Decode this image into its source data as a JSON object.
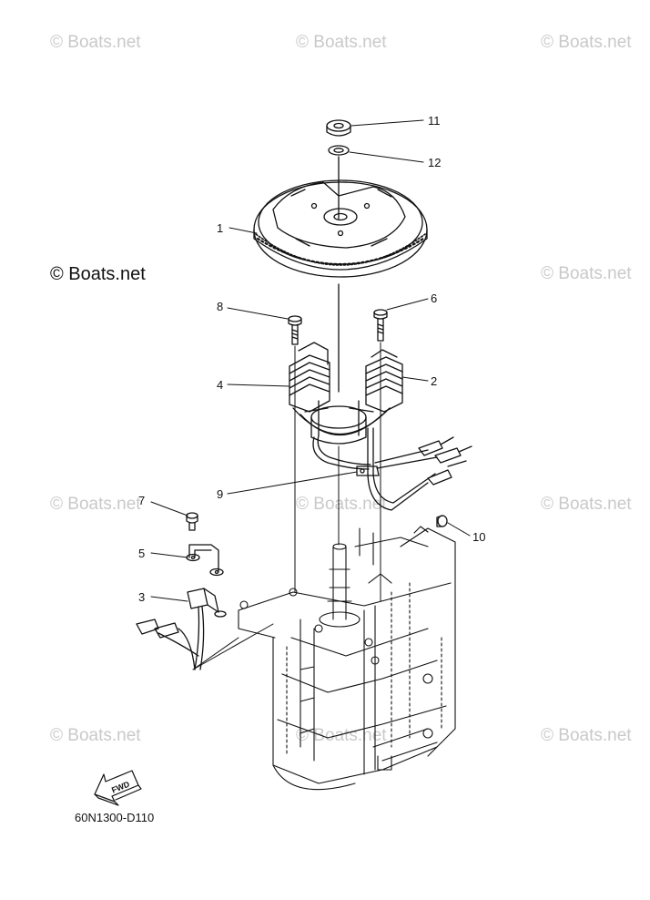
{
  "watermarks": [
    "© Boats.net",
    "© Boats.net",
    "© Boats.net",
    "© Boats.net",
    "© Boats.net",
    "© Boats.net",
    "© Boats.net",
    "© Boats.net",
    "© Boats.net",
    "© Boats.net",
    "© Boats.net"
  ],
  "callouts": [
    "1",
    "2",
    "3",
    "4",
    "5",
    "6",
    "7",
    "8",
    "9",
    "10",
    "11",
    "12"
  ],
  "fwd_label": "FWD",
  "diagram_code": "60N1300-D110"
}
